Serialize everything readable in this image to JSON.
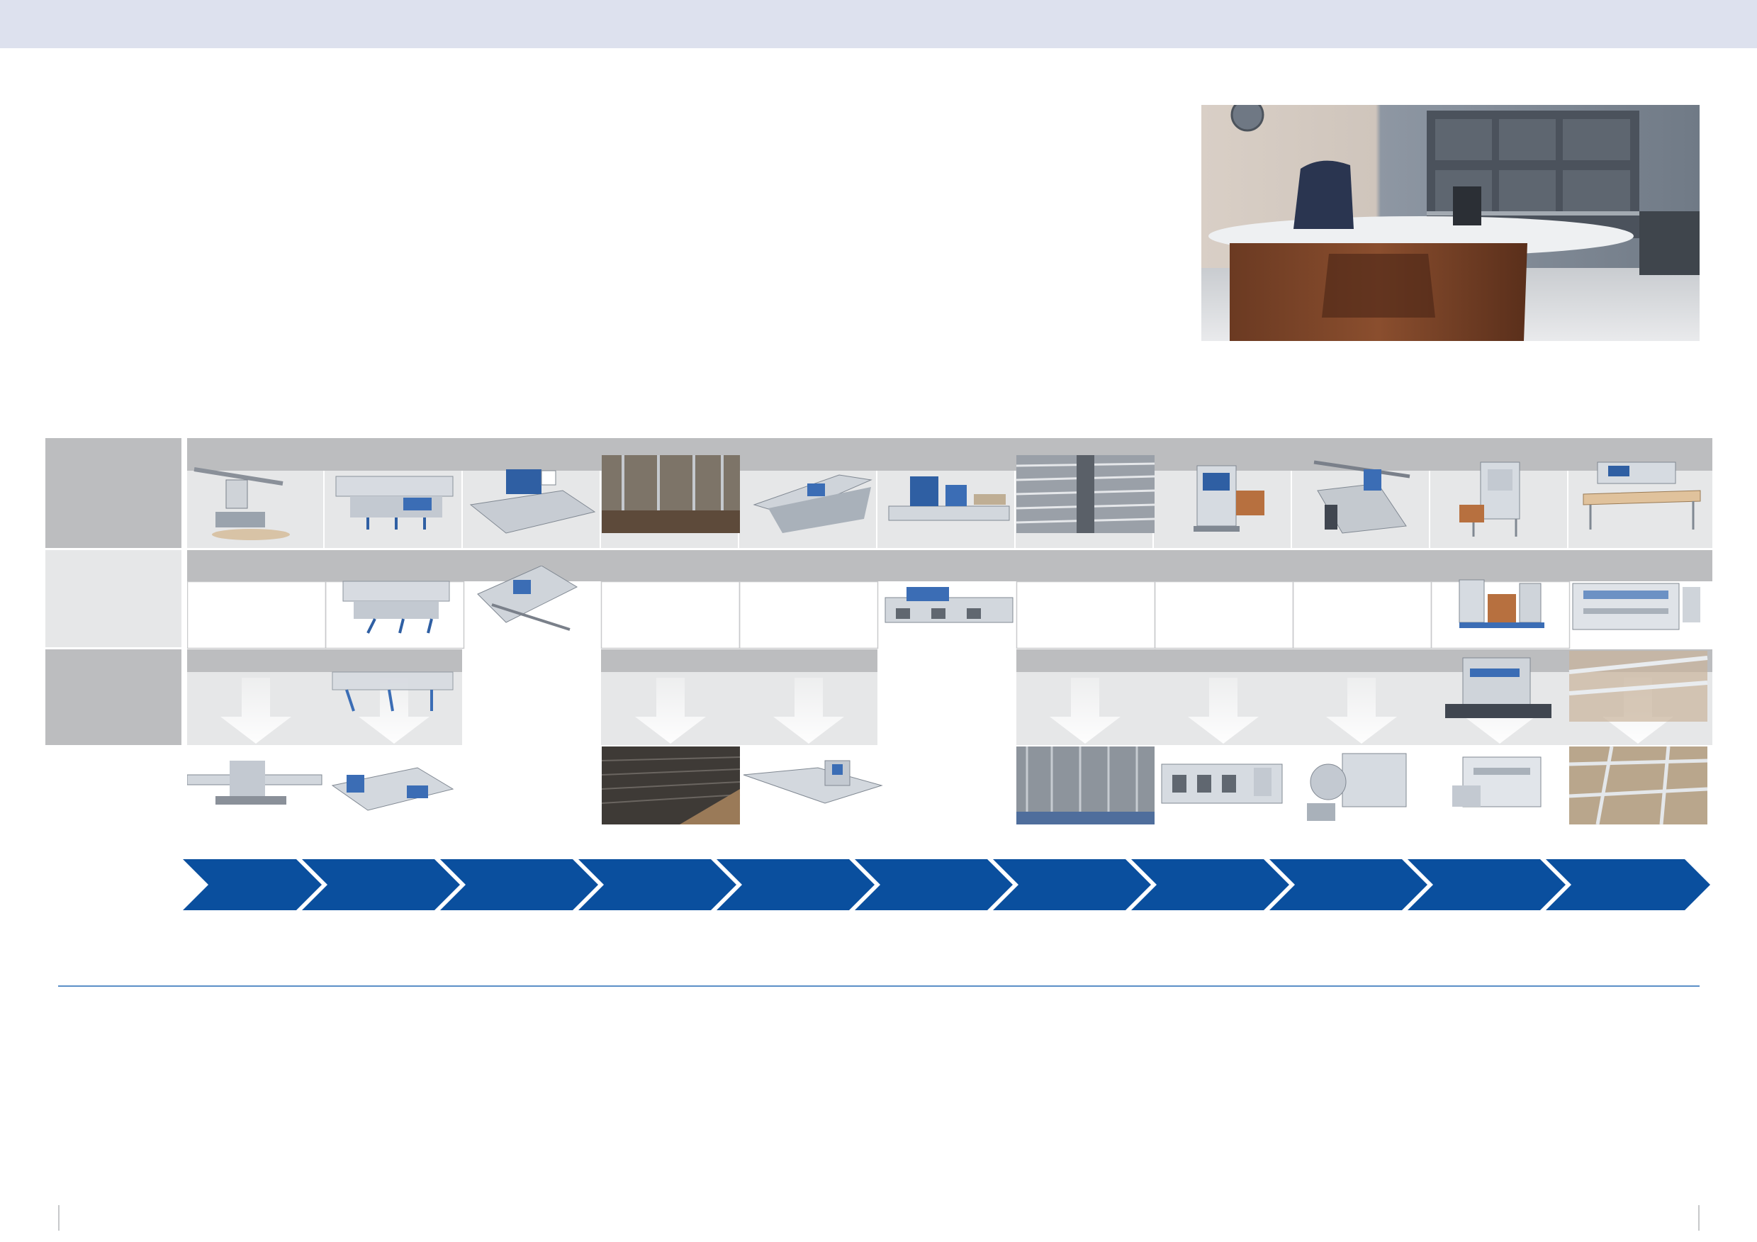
{
  "colors": {
    "top_band": "#dde1ee",
    "row_header_dark": "#bcbdbf",
    "row_header_light": "#e6e7e8",
    "cell_light": "#e6e7e8",
    "process_arrow": "#0a4f9e",
    "rule": "#5b8fc7"
  },
  "hero_image": {
    "icon": "office-desk-photo"
  },
  "matrix": {
    "categories": [
      {
        "icon": "category-block"
      },
      {
        "icon": "category-block"
      },
      {
        "icon": "category-block"
      }
    ],
    "stations": [
      {
        "icon": "edge-machine"
      },
      {
        "icon": "panel-saw"
      },
      {
        "icon": "cnc-router"
      },
      {
        "icon": "storage-rack"
      },
      {
        "icon": "edgebander-line"
      },
      {
        "icon": "drilling-center"
      },
      {
        "icon": "warehouse-shelves"
      },
      {
        "icon": "dowel-machine"
      },
      {
        "icon": "assembly-station"
      },
      {
        "icon": "packaging-unit"
      },
      {
        "icon": "case-clamp"
      }
    ]
  },
  "process_steps": [
    {
      "icon": "chevron-step"
    },
    {
      "icon": "chevron-step"
    },
    {
      "icon": "chevron-step"
    },
    {
      "icon": "chevron-step"
    },
    {
      "icon": "chevron-step"
    },
    {
      "icon": "chevron-step"
    },
    {
      "icon": "chevron-step"
    },
    {
      "icon": "chevron-step"
    },
    {
      "icon": "chevron-step"
    },
    {
      "icon": "chevron-step"
    },
    {
      "icon": "chevron-step"
    }
  ]
}
